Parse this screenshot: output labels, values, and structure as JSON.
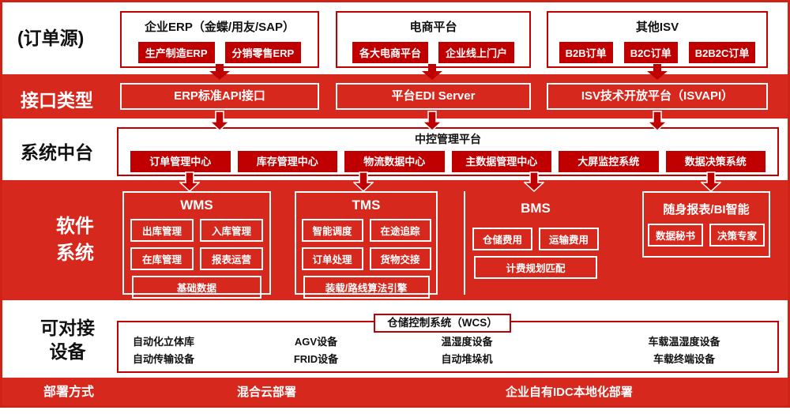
{
  "palette": {
    "band_red": "#d7281e",
    "deep_red": "#c00000",
    "text_dark": "#111111",
    "white": "#ffffff"
  },
  "rows": {
    "source": {
      "label": "(订单源)",
      "groups": [
        {
          "title": "企业ERP（金蝶/用友/SAP）",
          "items": [
            "生产制造ERP",
            "分销零售ERP"
          ]
        },
        {
          "title": "电商平台",
          "items": [
            "各大电商平台",
            "企业线上门户"
          ]
        },
        {
          "title": "其他ISV",
          "items": [
            "B2B订单",
            "B2C订单",
            "B2B2C订单"
          ]
        }
      ]
    },
    "interface": {
      "label": "接口类型",
      "items": [
        "ERP标准API接口",
        "平台EDI Server",
        "ISV技术开放平台（ISVAPI）"
      ]
    },
    "middle": {
      "label": "系统中台",
      "platform_title": "中控管理平台",
      "items": [
        "订单管理中心",
        "库存管理中心",
        "物流数据中心",
        "主数据管理中心",
        "大屏监控系统",
        "数据决策系统"
      ]
    },
    "software": {
      "label_lines": [
        "软件",
        "系统"
      ],
      "sections": [
        {
          "title": "WMS",
          "items": [
            "出库管理",
            "入库管理",
            "在库管理",
            "报表运营"
          ],
          "wide_item": "基础数据"
        },
        {
          "title": "TMS",
          "items": [
            "智能调度",
            "在途追踪",
            "订单处理",
            "货物交接"
          ],
          "wide_item": "装载/路线算法引擎"
        },
        {
          "title": "BMS",
          "items": [
            "仓储费用",
            "运输费用"
          ],
          "wide_item": "计费规划匹配"
        },
        {
          "title": "随身报表/BI智能",
          "items": [
            "数据秘书",
            "决策专家"
          ]
        }
      ]
    },
    "devices": {
      "label_lines": [
        "可对接",
        "设备"
      ],
      "wcs_title": "仓储控制系统（WCS）",
      "columns": [
        [
          "自动化立体库",
          "自动传输设备"
        ],
        [
          "AGV设备",
          "FRID设备"
        ],
        [
          "温湿度设备",
          "自动堆垛机"
        ],
        [
          "车载温湿度设备",
          "车载终端设备"
        ]
      ]
    },
    "deployment": {
      "label": "部署方式",
      "items": [
        "混合云部署",
        "企业自有IDC本地化部署"
      ]
    }
  }
}
